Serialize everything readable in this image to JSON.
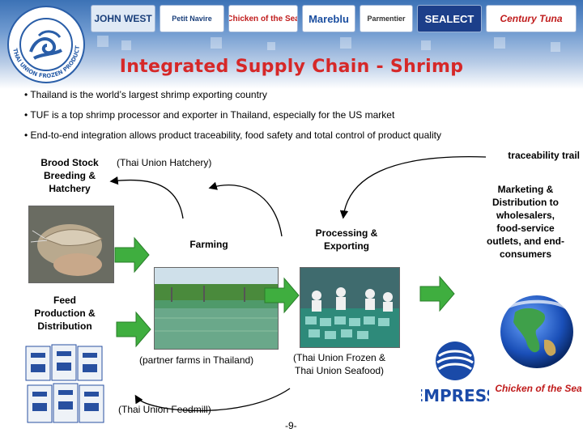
{
  "header": {
    "company_logo_text": "THAI UNION FROZEN PRODUCTS PCL",
    "brands": [
      "JOHN WEST",
      "Petit Navire",
      "Chicken of the Sea",
      "Mareblu",
      "Parmentier",
      "SEALECT",
      "Century Tuna"
    ]
  },
  "title": "Integrated Supply Chain - Shrimp",
  "bullets": [
    "• Thailand is the world’s largest shrimp exporting country",
    "• TUF is a top shrimp processor and exporter in Thailand, especially for the US market",
    "• End-to-end integration allows product traceability, food safety and total control of product quality"
  ],
  "diagram": {
    "brood_stock": [
      "Brood Stock",
      "Breeding &",
      "Hatchery"
    ],
    "hatchery_note": "(Thai Union Hatchery)",
    "traceability": "traceability trail",
    "marketing": [
      "Marketing &",
      "Distribution to",
      "wholesalers,",
      "food-service",
      "outlets, and end-",
      "consumers"
    ],
    "farming": "Farming",
    "processing": [
      "Processing &",
      "Exporting"
    ],
    "feed": [
      "Feed",
      "Production &",
      "Distribution"
    ],
    "partner_farms": "(partner farms in Thailand)",
    "processing_note": [
      "(Thai Union Frozen &",
      "Thai Union Seafood)"
    ],
    "feedmill_note": "(Thai Union Feedmill)",
    "empress_logo": "EMPRESS",
    "cots_logo": "Chicken of the Sea"
  },
  "page_number": "-9-",
  "colors": {
    "title": "#d62828",
    "header": "#3c72b6",
    "arrow_green": "#3fae3f"
  }
}
